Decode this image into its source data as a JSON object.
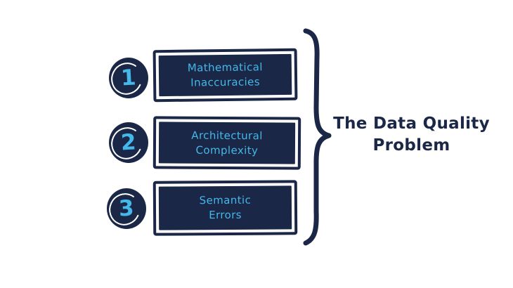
{
  "title": {
    "line1": "The Data Quality",
    "line2": "Problem"
  },
  "items": [
    {
      "number": "1",
      "line1": "Mathematical",
      "line2": "Inaccuracies"
    },
    {
      "number": "2",
      "line1": "Architectural",
      "line2": "Complexity"
    },
    {
      "number": "3",
      "line1": "Semantic",
      "line2": "Errors"
    }
  ],
  "icons": {
    "brace": "curly-brace-icon",
    "ring": "sketch-ring-icon"
  },
  "colors": {
    "navy": "#1b2746",
    "light_blue": "#44b8e9",
    "background": "#ffffff"
  }
}
